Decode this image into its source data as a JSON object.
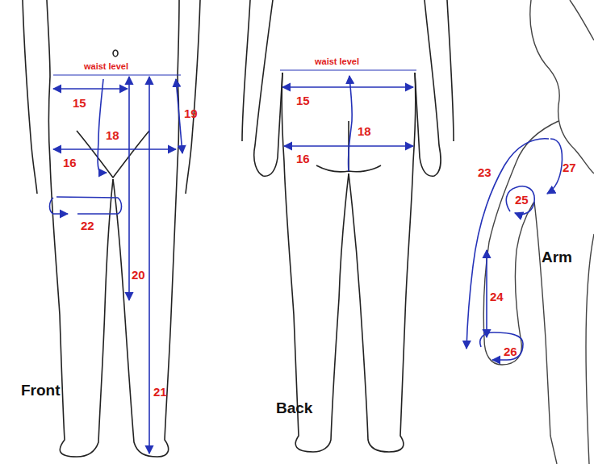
{
  "diagram": {
    "labels": [
      "waist level",
      "15",
      "18",
      "16",
      "19",
      "22",
      "20",
      "21",
      "Front",
      "waist level",
      "15",
      "18",
      "16",
      "Back",
      "23",
      "27",
      "25",
      "24",
      "26",
      "Arm"
    ]
  }
}
